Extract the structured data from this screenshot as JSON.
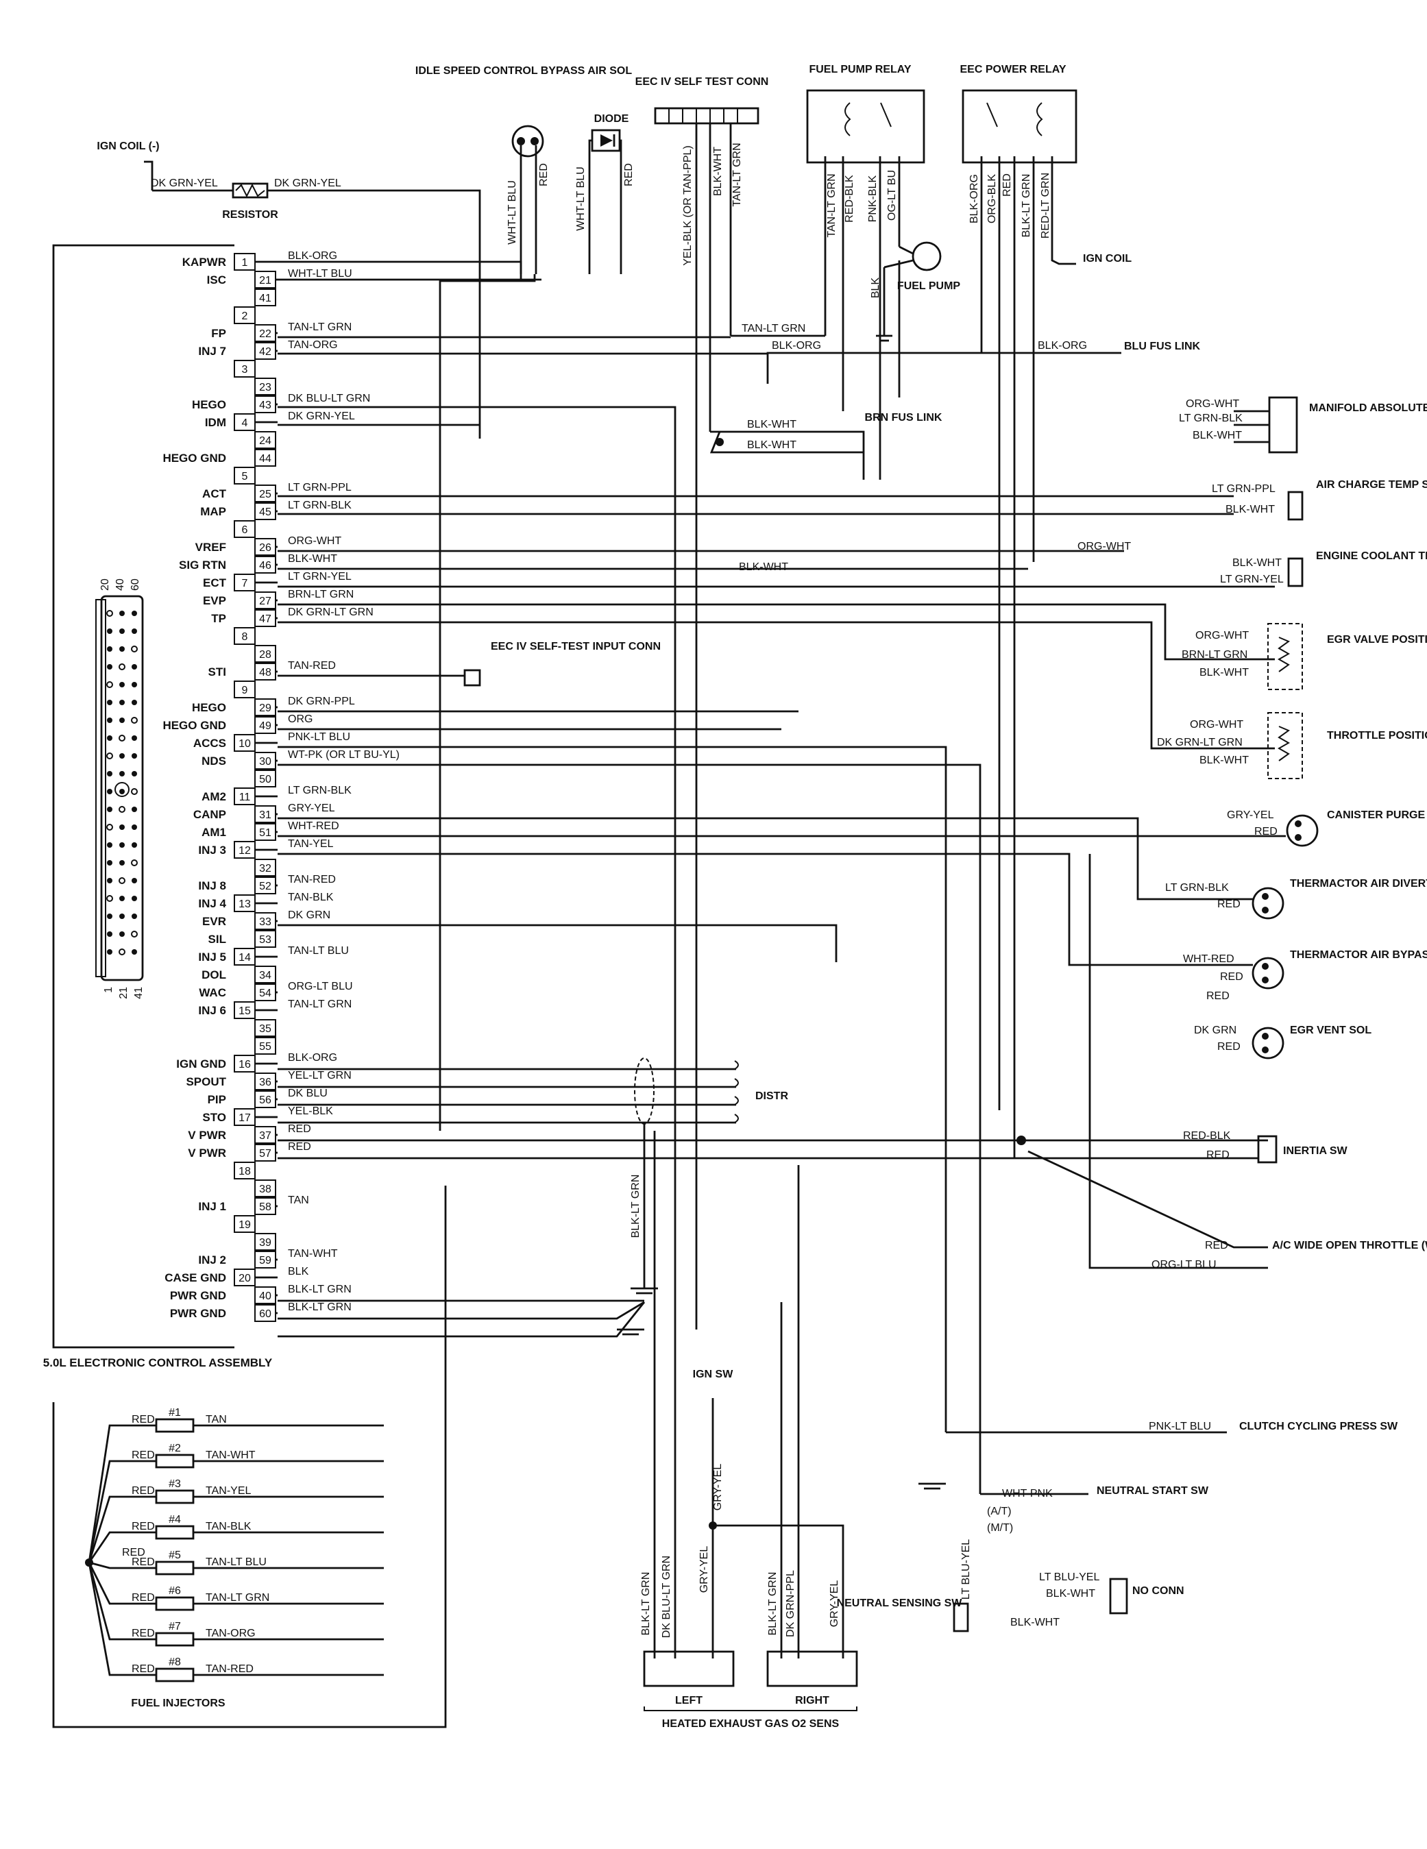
{
  "ecu": {
    "caption": "5.0L ELECTRONIC CONTROL ASSEMBLY",
    "connector_top": [
      "20",
      "40",
      "60"
    ],
    "connector_bottom": [
      "1",
      "21",
      "41"
    ]
  },
  "pin_rows": [
    {
      "label": "KAPWR",
      "pin": "1",
      "wire": "BLK-ORG"
    },
    {
      "label": "ISC",
      "pin": "21",
      "wire": "WHT-LT BLU"
    },
    {
      "label": "",
      "pin": "41",
      "wire": ""
    },
    {
      "label": "",
      "pin": "2",
      "wire": ""
    },
    {
      "label": "FP",
      "pin": "22",
      "wire": "TAN-LT GRN"
    },
    {
      "label": "INJ 7",
      "pin": "42",
      "wire": "TAN-ORG"
    },
    {
      "label": "",
      "pin": "3",
      "wire": ""
    },
    {
      "label": "",
      "pin": "23",
      "wire": ""
    },
    {
      "label": "HEGO",
      "pin": "43",
      "wire": "DK BLU-LT GRN"
    },
    {
      "label": "IDM",
      "pin": "4",
      "wire": "DK GRN-YEL"
    },
    {
      "label": "",
      "pin": "24",
      "wire": ""
    },
    {
      "label": "HEGO GND",
      "pin": "44",
      "wire": ""
    },
    {
      "label": "",
      "pin": "5",
      "wire": ""
    },
    {
      "label": "ACT",
      "pin": "25",
      "wire": "LT GRN-PPL"
    },
    {
      "label": "MAP",
      "pin": "45",
      "wire": "LT GRN-BLK"
    },
    {
      "label": "",
      "pin": "6",
      "wire": ""
    },
    {
      "label": "VREF",
      "pin": "26",
      "wire": "ORG-WHT"
    },
    {
      "label": "SIG RTN",
      "pin": "46",
      "wire": "BLK-WHT"
    },
    {
      "label": "ECT",
      "pin": "7",
      "wire": "LT GRN-YEL"
    },
    {
      "label": "EVP",
      "pin": "27",
      "wire": "BRN-LT GRN"
    },
    {
      "label": "TP",
      "pin": "47",
      "wire": "DK GRN-LT GRN"
    },
    {
      "label": "",
      "pin": "8",
      "wire": ""
    },
    {
      "label": "",
      "pin": "28",
      "wire": ""
    },
    {
      "label": "STI",
      "pin": "48",
      "wire": "TAN-RED"
    },
    {
      "label": "",
      "pin": "9",
      "wire": ""
    },
    {
      "label": "HEGO",
      "pin": "29",
      "wire": "DK GRN-PPL"
    },
    {
      "label": "HEGO GND",
      "pin": "49",
      "wire": "ORG"
    },
    {
      "label": "ACCS",
      "pin": "10",
      "wire": "PNK-LT BLU"
    },
    {
      "label": "NDS",
      "pin": "30",
      "wire": "WT-PK (OR LT BU-YL)"
    },
    {
      "label": "",
      "pin": "50",
      "wire": ""
    },
    {
      "label": "AM2",
      "pin": "11",
      "wire": "LT GRN-BLK"
    },
    {
      "label": "CANP",
      "pin": "31",
      "wire": "GRY-YEL"
    },
    {
      "label": "AM1",
      "pin": "51",
      "wire": "WHT-RED"
    },
    {
      "label": "INJ 3",
      "pin": "12",
      "wire": "TAN-YEL"
    },
    {
      "label": "",
      "pin": "32",
      "wire": ""
    },
    {
      "label": "INJ 8",
      "pin": "52",
      "wire": "TAN-RED"
    },
    {
      "label": "INJ 4",
      "pin": "13",
      "wire": "TAN-BLK"
    },
    {
      "label": "EVR",
      "pin": "33",
      "wire": "DK GRN"
    },
    {
      "label": "SIL",
      "pin": "53",
      "wire": ""
    },
    {
      "label": "INJ 5",
      "pin": "14",
      "wire": "TAN-LT BLU"
    },
    {
      "label": "DOL",
      "pin": "34",
      "wire": ""
    },
    {
      "label": "WAC",
      "pin": "54",
      "wire": "ORG-LT BLU"
    },
    {
      "label": "INJ 6",
      "pin": "15",
      "wire": "TAN-LT GRN"
    },
    {
      "label": "",
      "pin": "35",
      "wire": ""
    },
    {
      "label": "",
      "pin": "55",
      "wire": ""
    },
    {
      "label": "IGN GND",
      "pin": "16",
      "wire": "BLK-ORG"
    },
    {
      "label": "SPOUT",
      "pin": "36",
      "wire": "YEL-LT GRN"
    },
    {
      "label": "PIP",
      "pin": "56",
      "wire": "DK BLU"
    },
    {
      "label": "STO",
      "pin": "17",
      "wire": "YEL-BLK"
    },
    {
      "label": "V PWR",
      "pin": "37",
      "wire": "RED"
    },
    {
      "label": "V PWR",
      "pin": "57",
      "wire": "RED"
    },
    {
      "label": "",
      "pin": "18",
      "wire": ""
    },
    {
      "label": "",
      "pin": "38",
      "wire": ""
    },
    {
      "label": "INJ 1",
      "pin": "58",
      "wire": "TAN"
    },
    {
      "label": "",
      "pin": "19",
      "wire": ""
    },
    {
      "label": "",
      "pin": "39",
      "wire": ""
    },
    {
      "label": "INJ 2",
      "pin": "59",
      "wire": "TAN-WHT"
    },
    {
      "label": "CASE GND",
      "pin": "20",
      "wire": "BLK"
    },
    {
      "label": "PWR GND",
      "pin": "40",
      "wire": "BLK-LT GRN"
    },
    {
      "label": "PWR GND",
      "pin": "60",
      "wire": "BLK-LT GRN"
    }
  ],
  "components": {
    "ign_coil_left": "IGN COIL (-)",
    "resistor": "RESISTOR",
    "isc_sol": "IDLE SPEED CONTROL BYPASS AIR SOL",
    "diode": "DIODE",
    "self_test_conn": "EEC IV SELF TEST CONN",
    "fuel_pump_relay": "FUEL PUMP RELAY",
    "eec_power_relay": "EEC POWER RELAY",
    "ign_coil_right": "IGN COIL",
    "fuel_pump": "FUEL PUMP",
    "blu_fus_link": "BLU FUS LINK",
    "brn_fus_link": "BRN FUS LINK",
    "map_sens": "MANIFOLD ABSOLUTE PRESSURE (MAP) SENS",
    "act_sens": "AIR CHARGE TEMP SENS",
    "ect_sens": "ENGINE COOLANT TEMP SENS",
    "egr_valve_sens": "EGR VALVE POSITION SENS",
    "throttle_sens": "THROTTLE POSITION SENS",
    "canister_sol": "CANISTER PURGE SOL",
    "tad_sol": "THERMACTOR AIR DIVERTER (TAD) SOL",
    "tab_sol": "THERMACTOR AIR BYPASS (TAB) SOL",
    "egr_vent_sol": "EGR VENT SOL",
    "inertia_sw": "INERTIA SW",
    "ac_relay": "A/C WIDE OPEN THROTTLE (WOT) RELAY",
    "clutch_sw": "CLUTCH CYCLING PRESS SW",
    "neutral_start_sw": "NEUTRAL START SW",
    "no_conn": "NO CONN",
    "neutral_sensing_sw": "NEUTRAL SENSING SW",
    "self_test_input": "EEC IV SELF-TEST INPUT CONN",
    "distr": "DISTR",
    "ign_sw": "IGN SW",
    "gas_sens": "HEATED EXHAUST GAS O2 SENS",
    "left": "LEFT",
    "right": "RIGHT",
    "fuel_injectors": "FUEL INJECTORS",
    "at": "(A/T)",
    "mt": "(M/T)"
  },
  "wire_labels": {
    "dk_grn_yel_left": "DK GRN-YEL",
    "dk_grn_yel_right": "DK GRN-YEL",
    "isc_wht_lt_blu": "WHT-LT BLU",
    "isc_red": "RED",
    "diode_wht_lt_blu": "WHT-LT BLU",
    "diode_red": "RED",
    "stc_yel_blk": "YEL-BLK (OR TAN-PPL)",
    "stc_blk_wht": "BLK-WHT",
    "stc_tan_lt_grn": "TAN-LT GRN",
    "fpr_tan_lt_grn": "TAN-LT GRN",
    "fpr_red_blk": "RED-BLK",
    "fpr_pnk_blk": "PNK-BLK",
    "fpr_og_lt_bu": "OG-LT BU",
    "fpr_blk": "BLK",
    "eec_blk_org": "BLK-ORG",
    "eec_org_blk": "ORG-BLK",
    "eec_red": "RED",
    "eec_blk_lt_grn": "BLK-LT GRN",
    "eec_red_lt_grn": "RED-LT GRN",
    "tan_lt_grn_mid": "TAN-LT GRN",
    "blk_org_mid": "BLK-ORG",
    "blk_org_right": "BLK-ORG",
    "blk_wht_a": "BLK-WHT",
    "blk_wht_b": "BLK-WHT",
    "blk_wht_c": "BLK-WHT",
    "map_org_wht": "ORG-WHT",
    "map_lt_grn_blk": "LT GRN-BLK",
    "map_blk_wht": "BLK-WHT",
    "act_lt_grn_ppl": "LT GRN-PPL",
    "act_blk_wht": "BLK-WHT",
    "org_wht_mid": "ORG-WHT",
    "ect_blk_wht": "BLK-WHT",
    "ect_lt_grn_yel": "LT GRN-YEL",
    "egr_org_wht": "ORG-WHT",
    "egr_brn_lt_grn": "BRN-LT GRN",
    "egr_blk_wht": "BLK-WHT",
    "tp_org_wht": "ORG-WHT",
    "tp_dk_grn_lt_grn": "DK GRN-LT GRN",
    "tp_blk_wht": "BLK-WHT",
    "canp_gry_yel": "GRY-YEL",
    "canp_red": "RED",
    "tad_lt_grn_blk": "LT GRN-BLK",
    "tad_red": "RED",
    "tab_wht_red": "WHT-RED",
    "tab_red_a": "RED",
    "tab_red_b": "RED",
    "vent_dk_grn": "DK GRN",
    "vent_red": "RED",
    "inertia_red_blk": "RED-BLK",
    "inertia_red": "RED",
    "ac_red": "RED",
    "ac_org_lt_blu": "ORG-LT BLU",
    "clutch_pnk_lt_blu": "PNK-LT BLU",
    "nss_wht_pnk": "WHT-PNK",
    "nss_lt_blu_yel": "LT BLU-YEL",
    "nc_lt_blu_yel": "LT BLU-YEL",
    "nc_blk_wht_a": "BLK-WHT",
    "nc_blk_wht_b": "BLK-WHT",
    "gnd_blk_lt_grn": "BLK-LT GRN",
    "ign_gry_yel": "GRY-YEL",
    "left_blk_lt_grn": "BLK-LT GRN",
    "left_dk_blu_lt_grn": "DK BLU-LT GRN",
    "left_gry_yel": "GRY-YEL",
    "right_blk_lt_grn": "BLK-LT GRN",
    "right_dk_grn_ppl": "DK GRN-PPL",
    "right_gry_yel": "GRY-YEL"
  },
  "injectors": [
    {
      "num": "#1",
      "wire": "TAN",
      "supply": "RED"
    },
    {
      "num": "#2",
      "wire": "TAN-WHT",
      "supply": "RED"
    },
    {
      "num": "#3",
      "wire": "TAN-YEL",
      "supply": "RED"
    },
    {
      "num": "#4",
      "wire": "TAN-BLK",
      "supply": "RED"
    },
    {
      "num": "#5",
      "wire": "TAN-LT BLU",
      "supply": "RED"
    },
    {
      "num": "#6",
      "wire": "TAN-LT GRN",
      "supply": "RED"
    },
    {
      "num": "#7",
      "wire": "TAN-ORG",
      "supply": "RED"
    },
    {
      "num": "#8",
      "wire": "TAN-RED",
      "supply": "RED"
    }
  ],
  "injector_extra_red": "RED"
}
